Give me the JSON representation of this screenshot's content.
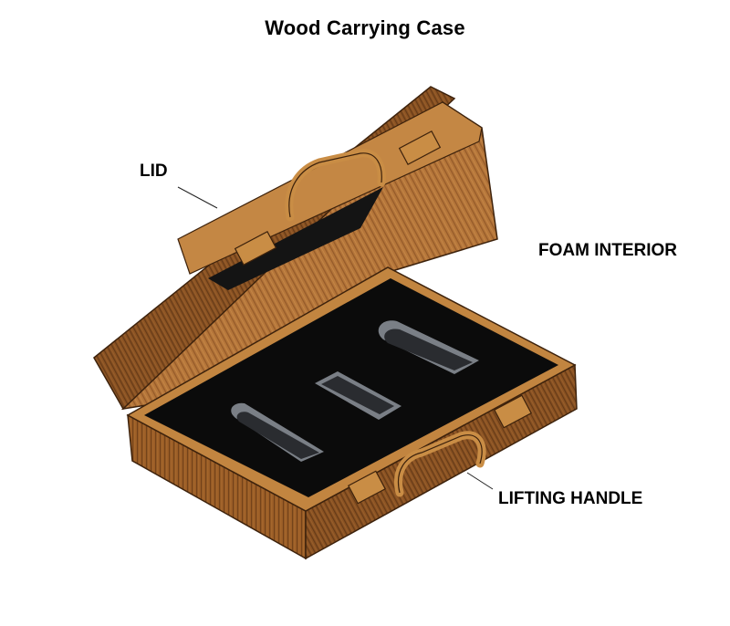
{
  "title": "Wood Carrying Case",
  "callouts": {
    "lid": "LID",
    "foam_interior": "FOAM INTERIOR",
    "lifting_handle": "LIFTING HANDLE"
  },
  "colors": {
    "wood_light": "#c98d45",
    "wood_mid": "#a5672a",
    "wood_dark": "#6e3f17",
    "wood_edge": "#3d220c",
    "foam": "#0b0b0b",
    "cutout_wall": "#7a7f86",
    "cutout_floor": "#2a2c30"
  }
}
